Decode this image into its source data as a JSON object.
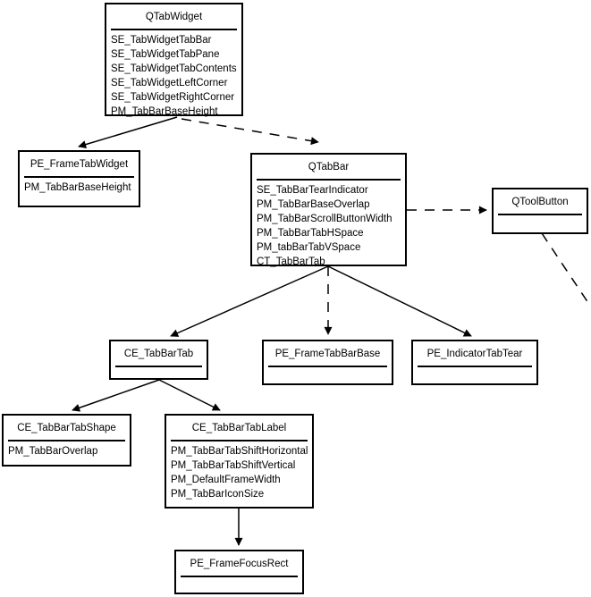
{
  "diagram": {
    "description": "Qt style tab-widget element relationship diagram",
    "colors": {
      "background": "#ffffff",
      "line": "#000000",
      "text": "#000000"
    },
    "nodes": {
      "qtabwidget": {
        "title": "QTabWidget",
        "items": [
          "SE_TabWidgetTabBar",
          "SE_TabWidgetTabPane",
          "SE_TabWidgetTabContents",
          "SE_TabWidgetLeftCorner",
          "SE_TabWidgetRightCorner",
          "PM_TabBarBaseHeight"
        ]
      },
      "pe_frametabwidget": {
        "title": "PE_FrameTabWidget",
        "items": [
          "PM_TabBarBaseHeight"
        ]
      },
      "qtabbar": {
        "title": "QTabBar",
        "items": [
          "SE_TabBarTearIndicator",
          "PM_TabBarBaseOverlap",
          "PM_TabBarScrollButtonWidth",
          "PM_TabBarTabHSpace",
          "PM_tabBarTabVSpace",
          "CT_TabBarTab"
        ]
      },
      "qtoolbutton": {
        "title": "QToolButton",
        "items": []
      },
      "ce_tabbartab": {
        "title": "CE_TabBarTab",
        "items": []
      },
      "pe_frametabbarbase": {
        "title": "PE_FrameTabBarBase",
        "items": []
      },
      "pe_indicatortabtear": {
        "title": "PE_IndicatorTabTear",
        "items": []
      },
      "ce_tabbartabshape": {
        "title": "CE_TabBarTabShape",
        "items": [
          "PM_TabBarOverlap"
        ]
      },
      "ce_tabbartablabel": {
        "title": "CE_TabBarTabLabel",
        "items": [
          "PM_TabBarTabShiftHorizontal",
          "PM_TabBarTabShiftVertical",
          "PM_DefaultFrameWidth",
          "PM_TabBarIconSize"
        ]
      },
      "pe_framefocusrect": {
        "title": "PE_FrameFocusRect",
        "items": []
      }
    },
    "edges": [
      {
        "from": "QTabWidget",
        "to": "PE_FrameTabWidget",
        "style": "solid",
        "arrow": true
      },
      {
        "from": "QTabWidget",
        "to": "QTabBar",
        "style": "dashed",
        "arrow": true
      },
      {
        "from": "QTabBar",
        "to": "QToolButton",
        "style": "dashed",
        "arrow": true
      },
      {
        "from": "QTabBar",
        "to": "CE_TabBarTab",
        "style": "solid",
        "arrow": true
      },
      {
        "from": "QTabBar",
        "to": "PE_FrameTabBarBase",
        "style": "dashed",
        "arrow": true
      },
      {
        "from": "QTabBar",
        "to": "PE_IndicatorTabTear",
        "style": "solid",
        "arrow": true
      },
      {
        "from": "CE_TabBarTab",
        "to": "CE_TabBarTabShape",
        "style": "solid",
        "arrow": true
      },
      {
        "from": "CE_TabBarTab",
        "to": "CE_TabBarTabLabel",
        "style": "solid",
        "arrow": true
      },
      {
        "from": "CE_TabBarTabLabel",
        "to": "PE_FrameFocusRect",
        "style": "solid",
        "arrow": true
      },
      {
        "from": "QToolButton",
        "to": "off-canvas-bottom-right",
        "style": "dashed",
        "arrow": false
      }
    ]
  }
}
